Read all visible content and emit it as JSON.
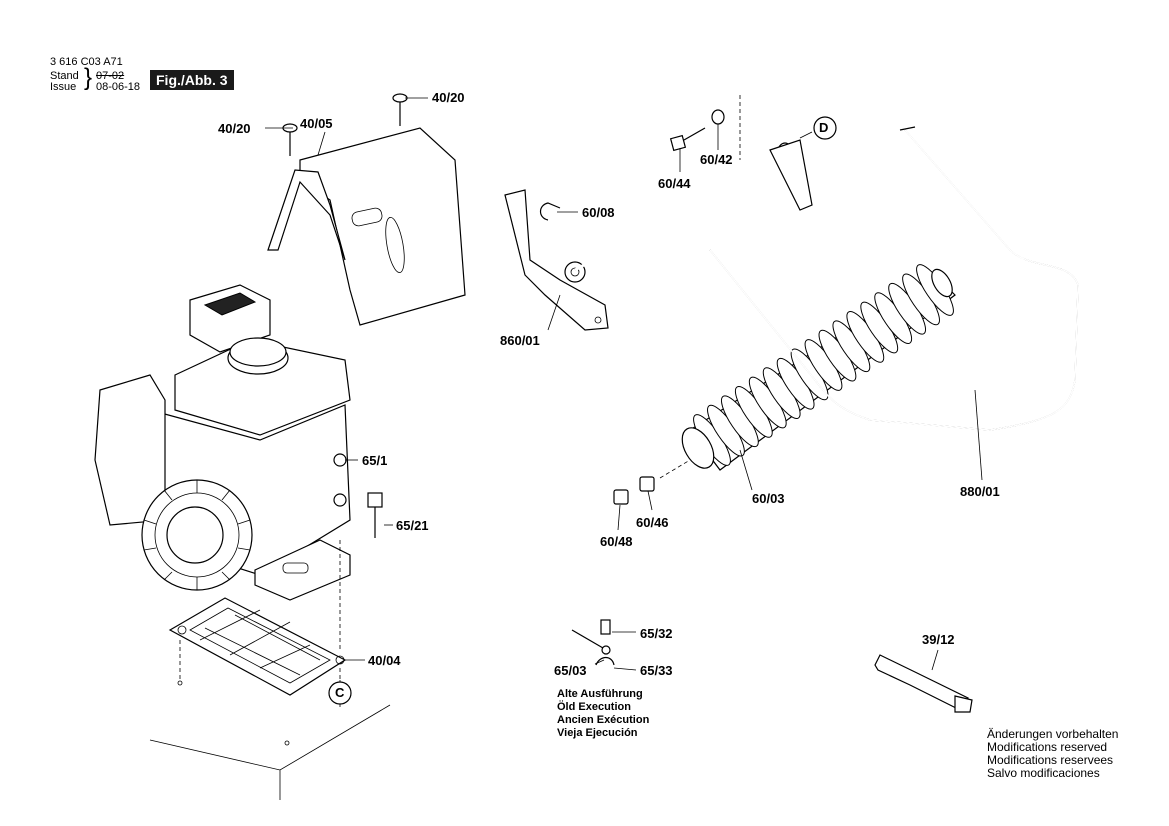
{
  "header": {
    "doc_number": "3 616 C03 A71",
    "stand_label": "Stand",
    "issue_label": "Issue",
    "old_date": "07-02",
    "issue_date": "08-06-18",
    "figure": "Fig./Abb. 3"
  },
  "callouts": {
    "c40_20a": "40/20",
    "c40_20b": "40/20",
    "c40_05": "40/05",
    "c65_1": "65/1",
    "c65_21": "65/21",
    "c40_04": "40/04",
    "c60_44": "60/44",
    "c60_42": "60/42",
    "c60_08": "60/08",
    "c860_01": "860/01",
    "c60_03": "60/03",
    "c60_46": "60/46",
    "c60_48": "60/48",
    "c880_01": "880/01",
    "c65_32": "65/32",
    "c65_03": "65/03",
    "c65_33": "65/33",
    "c39_12": "39/12"
  },
  "markers": {
    "d": "D",
    "c": "C"
  },
  "old_version_note": [
    "Alte Ausführung",
    "Öld Execution",
    "Ancien Exécution",
    "Vieja Ejecución"
  ],
  "disclaimer": [
    "Änderungen vorbehalten",
    "Modifications reserved",
    "Modifications reservees",
    "Salvo modificaciones"
  ]
}
